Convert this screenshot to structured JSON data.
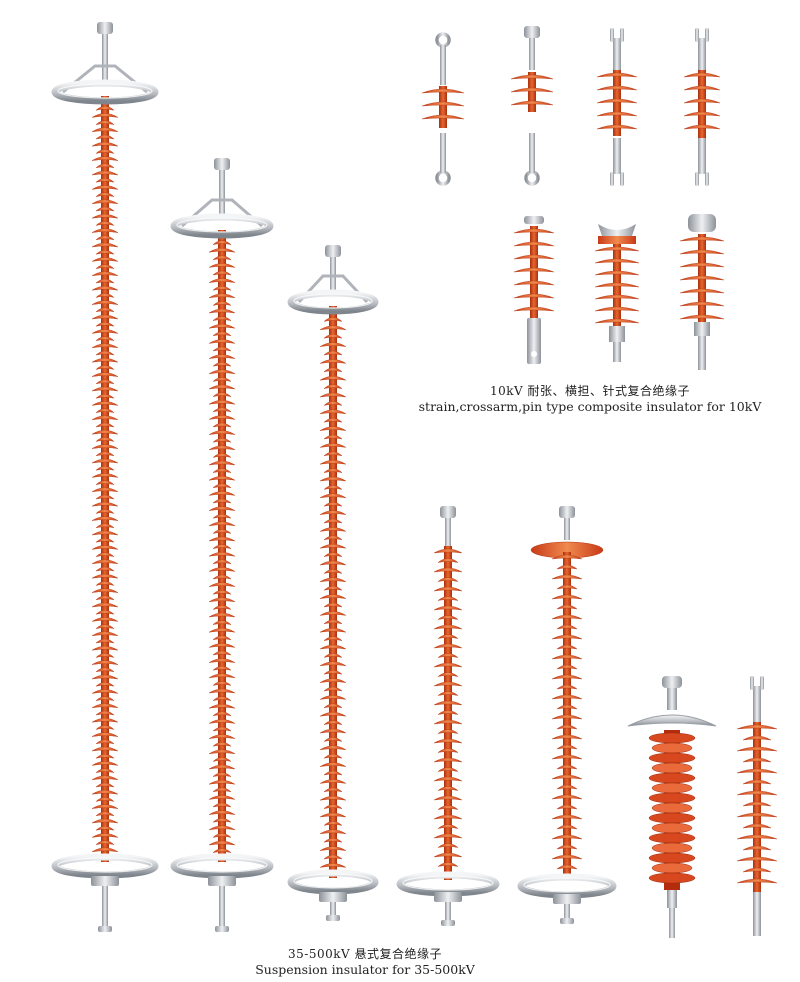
{
  "captions": {
    "top_cn": "10kV 耐张、横担、针式复合绝缘子",
    "top_en": "strain,crossarm,pin type composite insulator for 10kV",
    "bottom_cn": "35-500kV 悬式复合绝缘子",
    "bottom_en": "Suspension insulator for 35-500kV"
  },
  "colors": {
    "shed": "#e8562b",
    "shed_dark": "#c83a18",
    "shed_light": "#f08a4e",
    "rod": "#d24a20",
    "metal": "#c9ccd1",
    "metal_dark": "#8d9299"
  }
}
